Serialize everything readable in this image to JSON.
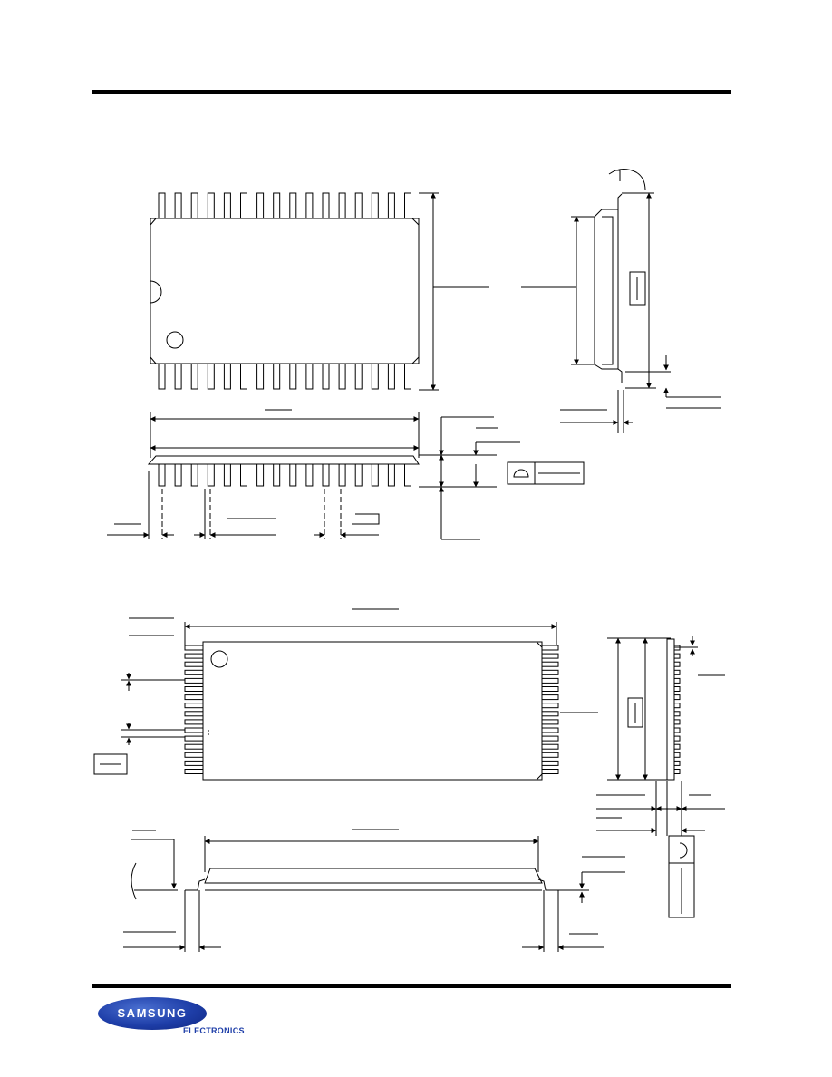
{
  "brand": {
    "name": "SAMSUNG",
    "division": "ELECTRONICS",
    "color": "#1e3ea8"
  },
  "drawing": {
    "stroke_color": "#000000",
    "views": [
      "package-top-view-1",
      "package-side-view-1",
      "package-front-view-1",
      "package-top-view-2",
      "package-side-view-2",
      "package-front-view-2",
      "flatness-symbol-box"
    ]
  }
}
